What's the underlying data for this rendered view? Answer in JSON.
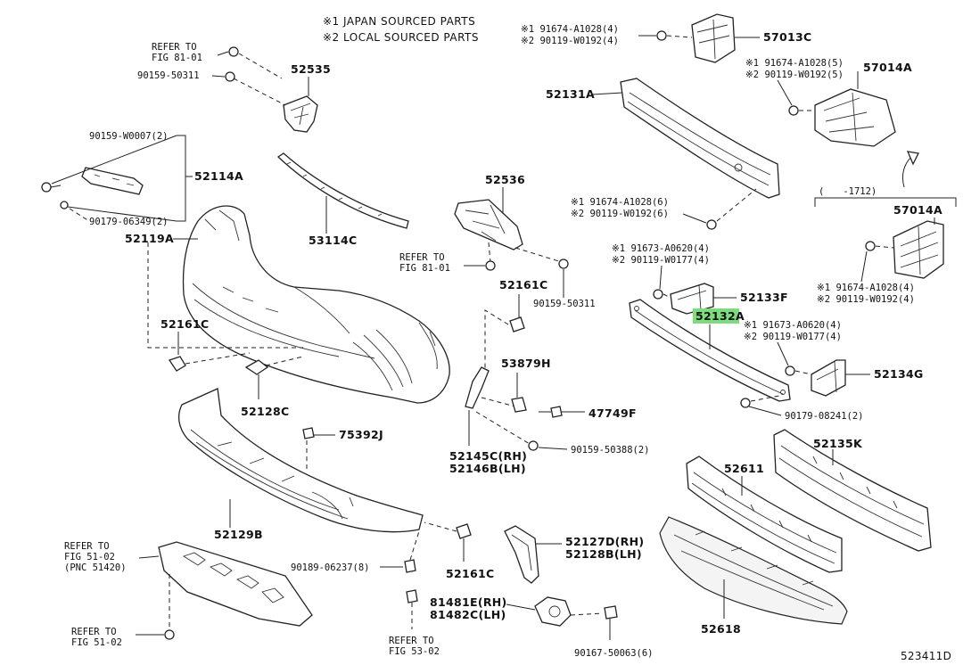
{
  "notes": {
    "n1": "※1  JAPAN SOURCED PARTS",
    "n2": "※2  LOCAL SOURCED PARTS"
  },
  "labels": {
    "p52535": "52535",
    "p52114A": "52114A",
    "p52119A": "52119A",
    "p53114C": "53114C",
    "p52536": "52536",
    "p52161C_a": "52161C",
    "p52161C_b": "52161C",
    "p52161C_c": "52161C",
    "p52128C": "52128C",
    "p75392J": "75392J",
    "p52129B": "52129B",
    "p53879H": "53879H",
    "p47749F": "47749F",
    "p52145C": "52145C(RH)",
    "p52146B": "52146B(LH)",
    "p52127D": "52127D(RH)",
    "p52128B": "52128B(LH)",
    "p81481E": "81481E(RH)",
    "p81482C": "81482C(LH)",
    "p57013C": "57013C",
    "p57014A_a": "57014A",
    "p57014A_b": "57014A",
    "p52131A": "52131A",
    "p52133F": "52133F",
    "p52132A": "52132A",
    "p52134G": "52134G",
    "p52135K": "52135K",
    "p52611": "52611",
    "p52618": "52618",
    "fig_id": "523411D",
    "range_note": "(　　-1712)"
  },
  "fasteners": {
    "f90159_50311_a": "90159-50311",
    "f90159_50311_b": "90159-50311",
    "f90159_W0007": "90159-W0007(2)",
    "f90179_06349": "90179-06349(2)",
    "f90159_50388": "90159-50388(2)",
    "f90189_06237": "90189-06237(8)",
    "f90167_50063": "90167-50063(6)",
    "f90179_08241": "90179-08241(2)",
    "top_1": "※1 91674-A1028(4)",
    "top_2": "※2 90119-W0192(4)",
    "r1_1": "※1 91674-A1028(5)",
    "r1_2": "※2 90119-W0192(5)",
    "mid_1": "※1 91674-A1028(6)",
    "mid_2": "※2 90119-W0192(6)",
    "bm_1": "※1 91673-A0620(4)",
    "bm_2": "※2 90119-W0177(4)",
    "r2_1": "※1 91674-A1028(4)",
    "r2_2": "※2 90119-W0192(4)",
    "r3_1": "※1 91673-A0620(4)",
    "r3_2": "※2 90119-W0177(4)"
  },
  "refs": {
    "ref_a1": "REFER TO",
    "ref_a2": "FIG 81-01",
    "ref_b1": "REFER TO",
    "ref_b2": "FIG 81-01",
    "ref_c1": "REFER TO",
    "ref_c2": "FIG 51-02",
    "ref_c3": "(PNC 51420)",
    "ref_d1": "REFER TO",
    "ref_d2": "FIG 51-02",
    "ref_e1": "REFER TO",
    "ref_e2": "FIG 53-02"
  },
  "highlight": {
    "part": "52132A",
    "color": "#7ddc7d"
  }
}
